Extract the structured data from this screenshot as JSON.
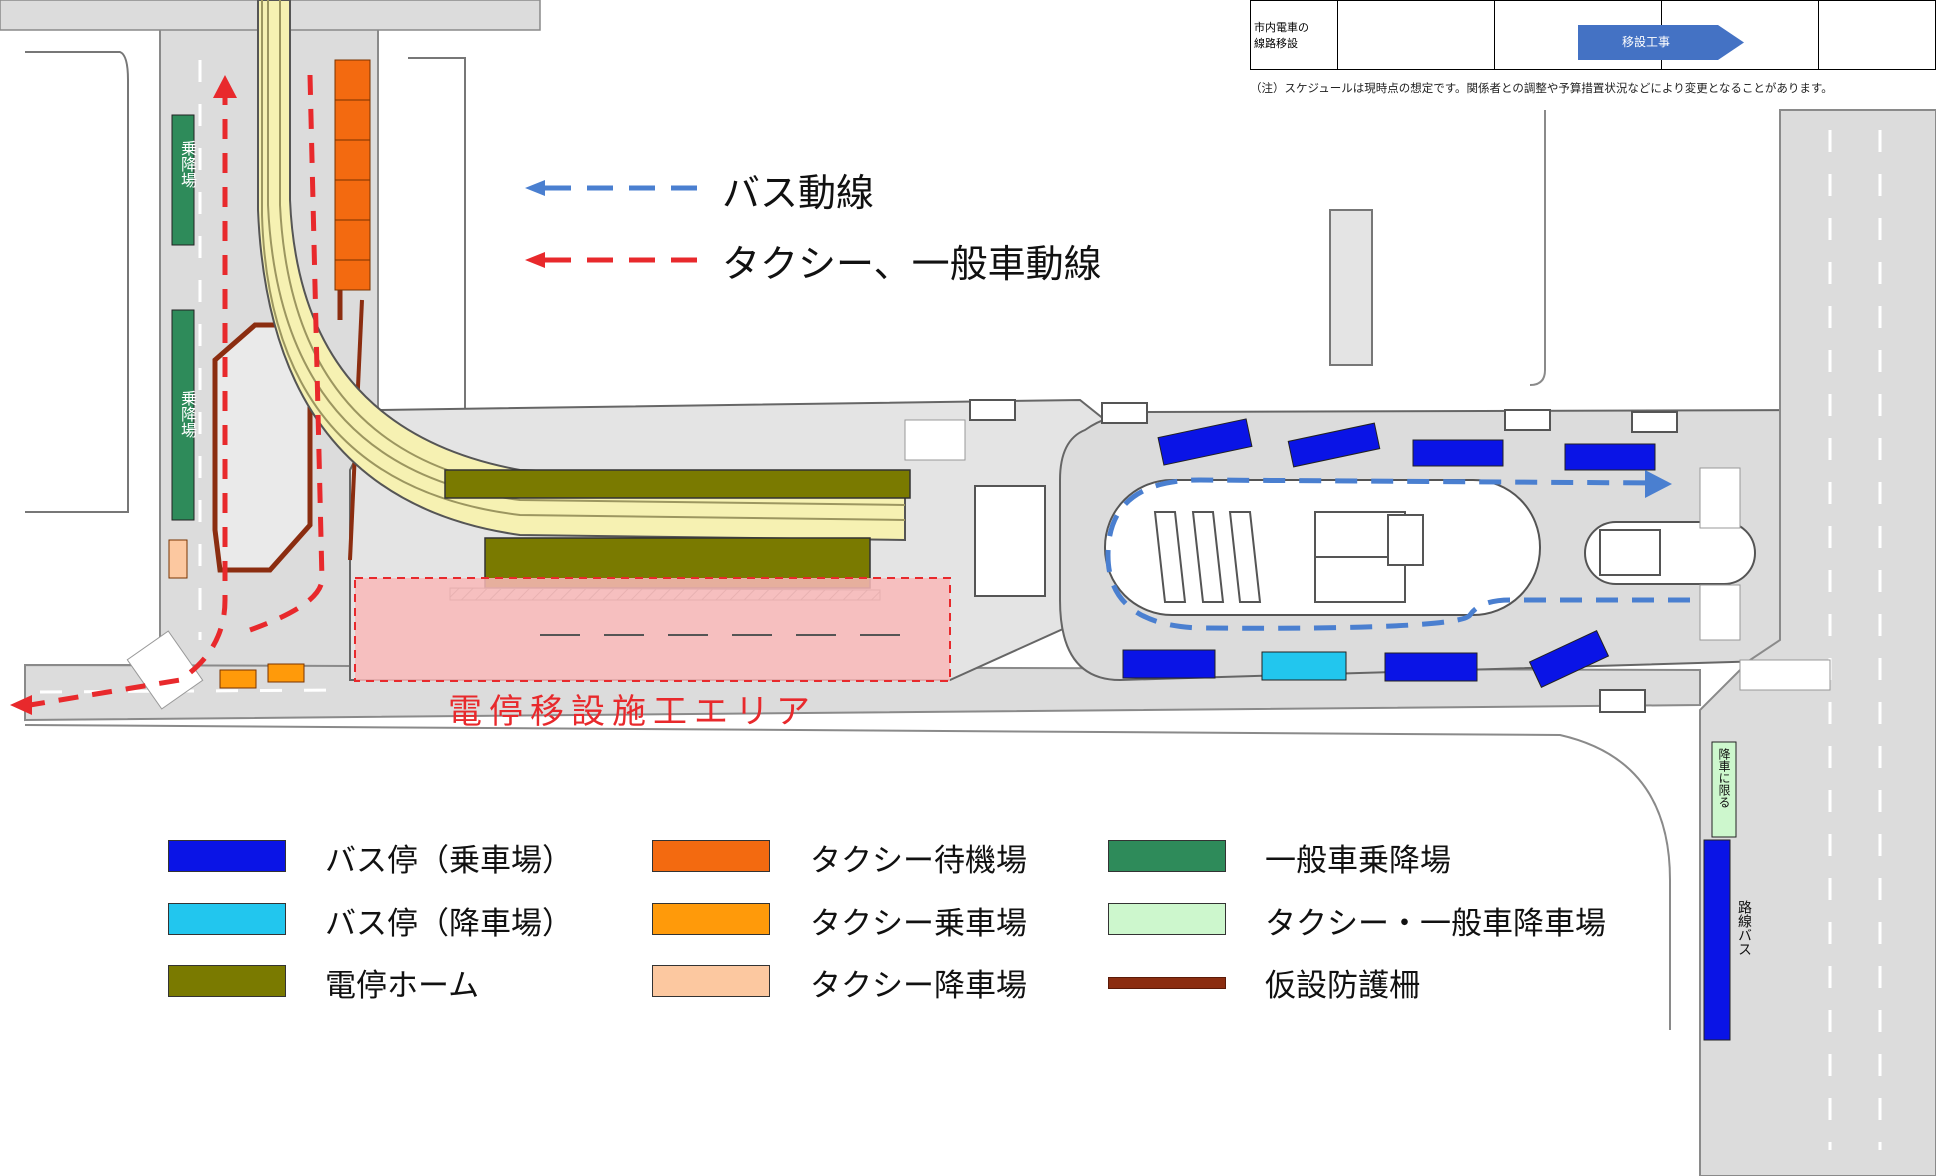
{
  "schedule": {
    "row_label": "市内電車の\n線路移設",
    "bar_label": "移設工事",
    "note": "（注）スケジュールは現時点の想定です。関係者との調整や予算措置状況などにより変更となることがあります。"
  },
  "flows": {
    "bus": "バス動線",
    "taxi": "タクシー、一般車動線"
  },
  "work_area_label": "電停移設施工エリア",
  "map_text": {
    "boarding_area_1": "乗降場",
    "boarding_area_2": "乗降場",
    "dropoff_only": "降車に限る",
    "route_bus": "路線バス"
  },
  "legend": [
    {
      "label": "バス停（乗車場）",
      "color": "#0a14e6"
    },
    {
      "label": "タクシー待機場",
      "color": "#f36a10"
    },
    {
      "label": "一般車乗降場",
      "color": "#2e8b5a"
    },
    {
      "label": "バス停（降車場）",
      "color": "#22c6ee"
    },
    {
      "label": "タクシー乗車場",
      "color": "#ff9a0a"
    },
    {
      "label": "タクシー・一般車降車場",
      "color": "#cdf7cd"
    },
    {
      "label": "電停ホーム",
      "color": "#7a7a00"
    },
    {
      "label": "タクシー降車場",
      "color": "#fcc8a0"
    },
    {
      "label": "仮設防護柵",
      "color": "#8b2d10"
    }
  ],
  "colors": {
    "bus_flow": "#4a7fd0",
    "taxi_flow": "#e8292c",
    "tram_track": "#f6f1b2",
    "work_area": "#f9b8b8",
    "road": "#dcdcdc"
  }
}
